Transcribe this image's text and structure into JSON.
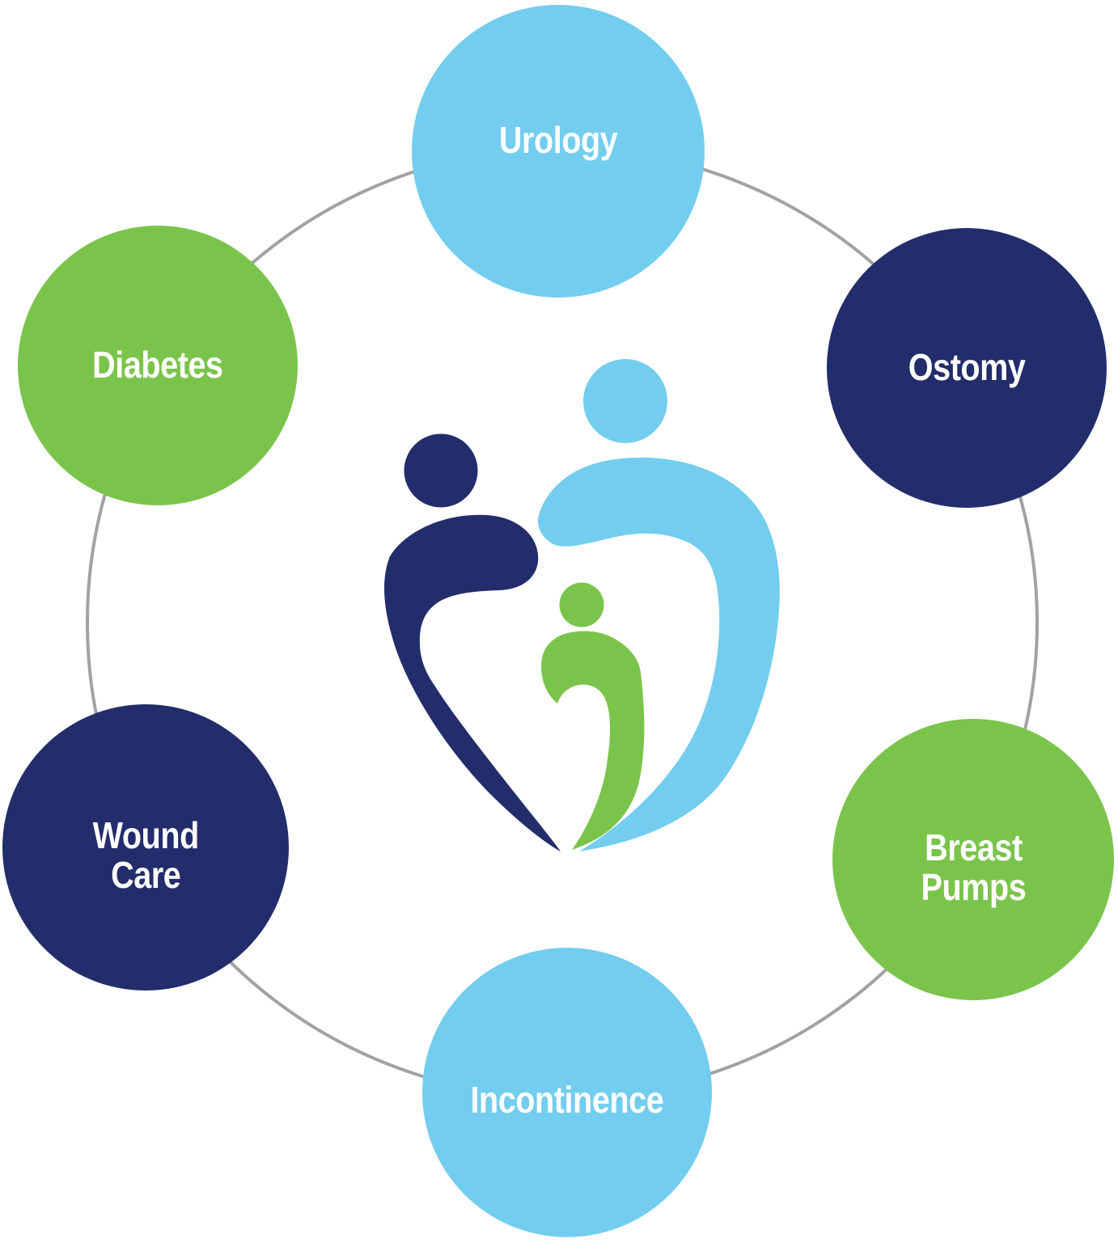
{
  "diagram": {
    "type": "hub-and-spoke product category wheel",
    "background_color": "#FFFFFF",
    "text_color": "#FFFFFF",
    "ring": {
      "color": "#A0A2A5"
    },
    "logo": {
      "name": "family-heart-logo",
      "description": "three abstract person figures forming a heart",
      "left_figure_color": "#232D6B",
      "right_figure_color": "#73CDEF",
      "center_figure_color": "#7BC44C"
    },
    "circles": [
      {
        "name": "urology",
        "line1": "Urology",
        "line2": "",
        "color": "#73CDEF",
        "position": "top"
      },
      {
        "name": "ostomy",
        "line1": "Ostomy",
        "line2": "",
        "color": "#232D6B",
        "position": "top-right"
      },
      {
        "name": "breast-pumps",
        "line1": "Breast",
        "line2": "Pumps",
        "color": "#7BC44C",
        "position": "bottom-right"
      },
      {
        "name": "incontinence",
        "line1": "Incontinence",
        "line2": "",
        "color": "#73CDEF",
        "position": "bottom"
      },
      {
        "name": "wound-care",
        "line1": "Wound",
        "line2": "Care",
        "color": "#232D6B",
        "position": "bottom-left"
      },
      {
        "name": "diabetes",
        "line1": "Diabetes",
        "line2": "",
        "color": "#7BC44C",
        "position": "top-left"
      }
    ]
  }
}
